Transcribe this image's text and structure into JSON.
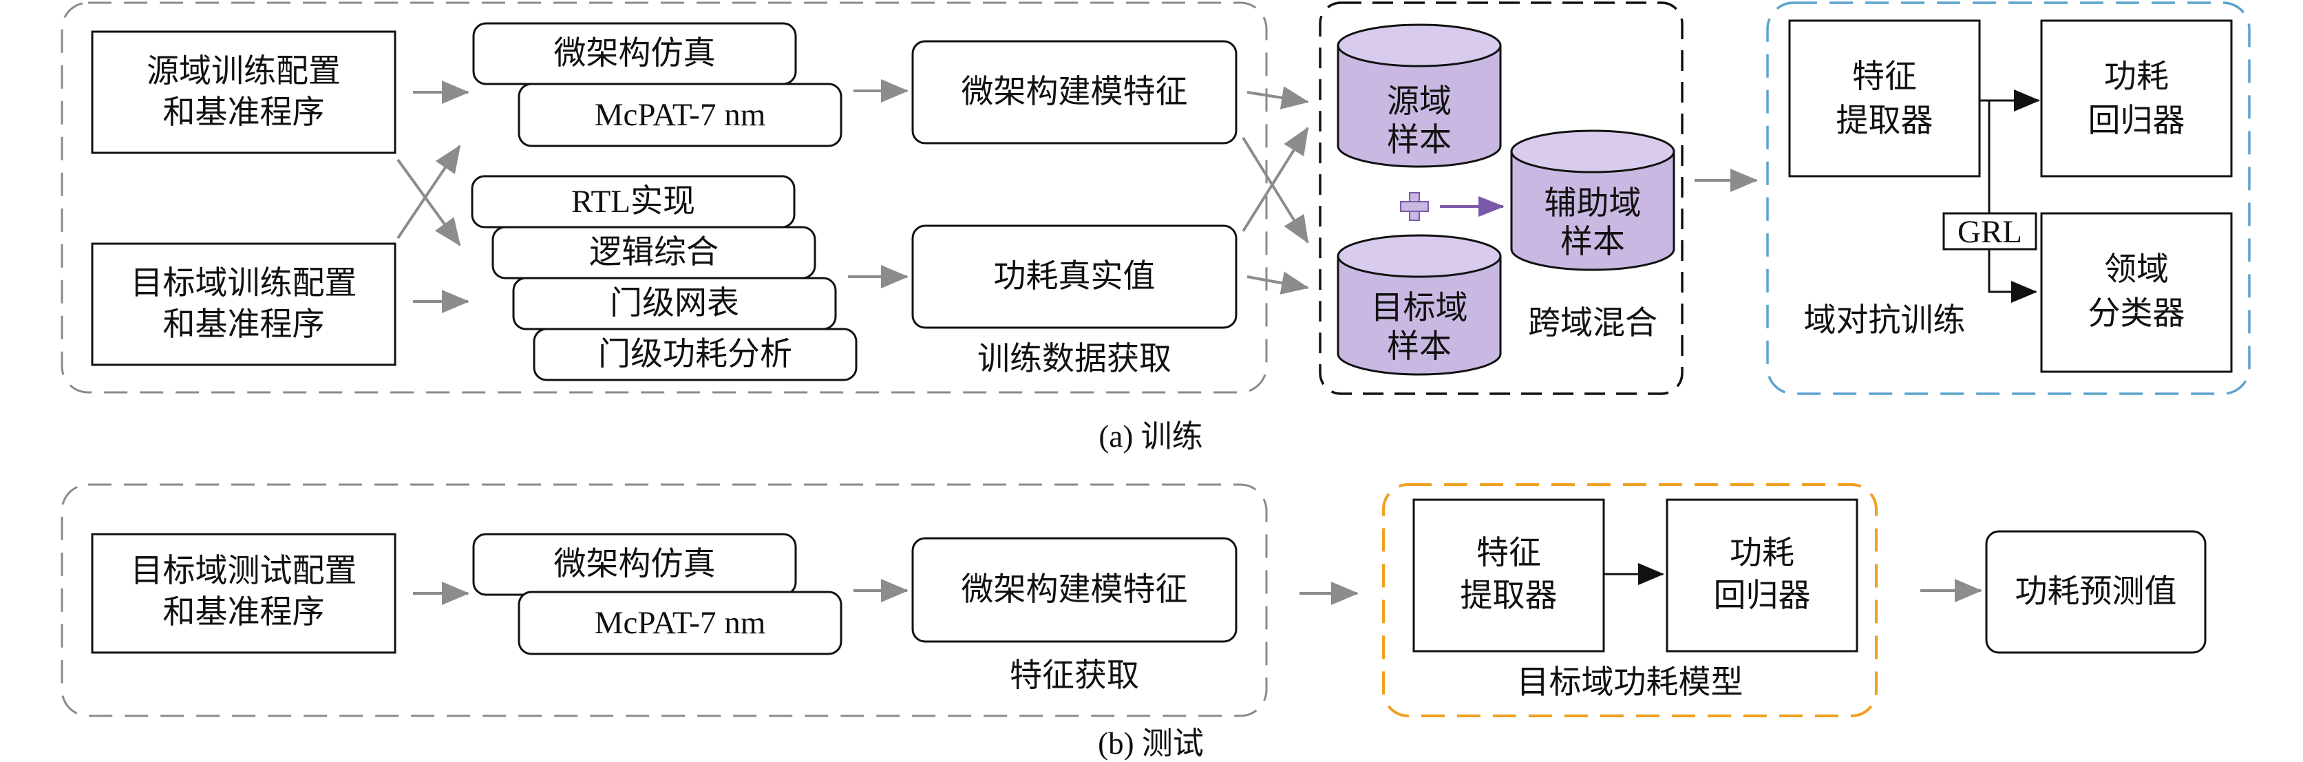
{
  "training": {
    "source_config": [
      "源域训练配置",
      "和基准程序"
    ],
    "target_config": [
      "目标域训练配置",
      "和基准程序"
    ],
    "micro_sim": "微架构仿真",
    "mcpat": "McPAT-7 nm",
    "rtl": "RTL实现",
    "logic_synth": "逻辑综合",
    "gate_netlist": "门级网表",
    "gate_power": "门级功耗分析",
    "micro_features": "微架构建模特征",
    "power_truth": "功耗真实值",
    "data_label": "训练数据获取",
    "source_samples": [
      "源域",
      "样本"
    ],
    "target_samples": [
      "目标域",
      "样本"
    ],
    "aux_samples": [
      "辅助域",
      "样本"
    ],
    "plus_symbol": "+",
    "mix_label": "跨域混合",
    "feature_extractor": [
      "特征",
      "提取器"
    ],
    "power_regressor": [
      "功耗",
      "回归器"
    ],
    "domain_classifier": [
      "领域",
      "分类器"
    ],
    "grl": "GRL",
    "adv_label": "域对抗训练",
    "caption": "(a)  训练"
  },
  "testing": {
    "target_test_config": [
      "目标域测试配置",
      "和基准程序"
    ],
    "micro_sim": "微架构仿真",
    "mcpat": "McPAT-7 nm",
    "micro_features": "微架构建模特征",
    "feature_label": "特征获取",
    "feature_extractor": [
      "特征",
      "提取器"
    ],
    "power_regressor": [
      "功耗",
      "回归器"
    ],
    "model_label": "目标域功耗模型",
    "prediction": "功耗预测值",
    "caption": "(b)  测试"
  },
  "colors": {
    "cylinder_fill": "#c9b8e2",
    "plus_color": "#7a5aa8",
    "adv_border": "#5ba3cf",
    "model_border": "#f0a020",
    "flow_arrow": "#8c8c8c"
  }
}
